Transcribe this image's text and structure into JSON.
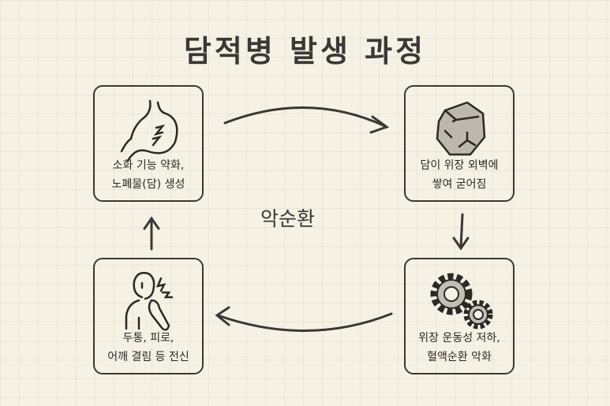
{
  "title": "담적병 발생 과정",
  "center_label": "악순환",
  "steps": [
    {
      "icon": "stomach-icon",
      "line1": "소화 기능 약화,",
      "line2": "노폐물(담) 생성"
    },
    {
      "icon": "stone-icon",
      "line1": "담이 위장 외벽에",
      "line2": "쌓여 굳어짐"
    },
    {
      "icon": "gears-icon",
      "line1": "위장 운동성 저하,",
      "line2": "혈액순환 악화"
    },
    {
      "icon": "person-pain-icon",
      "line1": "두통, 피로,",
      "line2": "어깨 결림 등 전신"
    }
  ]
}
